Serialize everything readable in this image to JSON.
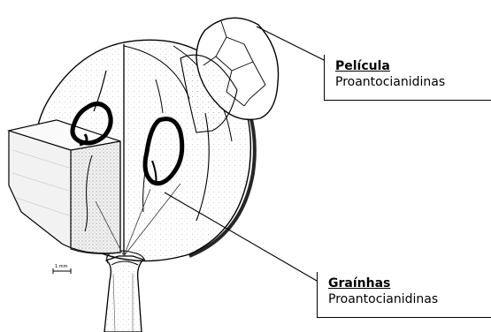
{
  "labels": {
    "pelicula": {
      "title": "Película",
      "subtitle": "Proantocianidinas"
    },
    "grainhas": {
      "title": "Graínhas",
      "subtitle": "Proantocianidinas"
    }
  },
  "scale_bar": {
    "text": "1 mm"
  },
  "colors": {
    "ink": "#000000",
    "background": "#ffffff",
    "shade": "#d9d9d9"
  }
}
